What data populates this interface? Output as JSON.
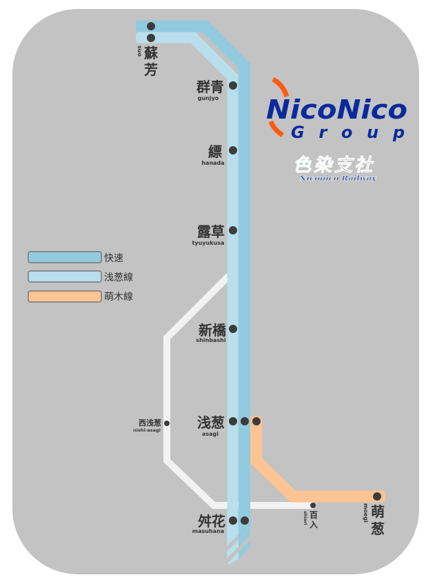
{
  "colors": {
    "background": "#c3c3c3",
    "page": "#ffffff",
    "rapid": "#92cbdf",
    "asagi_line": "#b8dfeb",
    "moegi_line": "#fcc393",
    "branch": "#f2f2f2",
    "station_dot": "#3c3c3c",
    "text": "#333333",
    "logo_blue": "#0a2a9c",
    "logo_orange": "#ff5a10"
  },
  "logo": {
    "line1": "NicoNico",
    "line2": "G r o u p",
    "kanji": [
      "色",
      "染",
      "支",
      "社"
    ],
    "subtitle": "Niconico Railway"
  },
  "legend": [
    {
      "label": "快速",
      "color": "#92cbdf"
    },
    {
      "label": "浅葱線",
      "color": "#b8dfeb"
    },
    {
      "label": "萌木線",
      "color": "#fcc393"
    }
  ],
  "stations": {
    "suo": {
      "kanji_1": "蘇",
      "kanji_2": "芳",
      "romaji": "suo"
    },
    "gunjyo": {
      "kanji": "群青",
      "romaji": "gunjyo"
    },
    "hanada": {
      "kanji": "縹",
      "romaji": "hanada"
    },
    "tyuyukusa": {
      "kanji": "露草",
      "romaji": "tyuyukusa"
    },
    "shinbashi": {
      "kanji": "新橋",
      "romaji": "shinbashi"
    },
    "asagi": {
      "kanji": "浅葱",
      "romaji": "asagi"
    },
    "nishi_asagi": {
      "kanji": "西浅葱",
      "romaji": "nishi-asagi"
    },
    "masuhana": {
      "kanji": "舛花",
      "romaji": "masuhana"
    },
    "shiori": {
      "kanji_1": "百",
      "kanji_2": "入",
      "romaji": "shiori"
    },
    "moegi": {
      "kanji_1": "萌",
      "kanji_2": "葱",
      "romaji": "moegi"
    }
  }
}
